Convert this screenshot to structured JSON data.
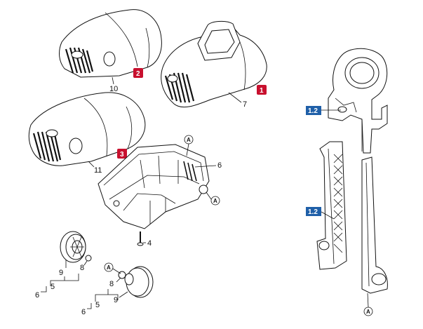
{
  "callouts": {
    "n10": "10",
    "n7": "7",
    "n11": "11",
    "n6": "6",
    "n4": "4",
    "n9a": "9",
    "n8a": "8",
    "n5a": "5",
    "n6a": "6",
    "n8b": "8",
    "n9b": "9",
    "n5b": "5",
    "n6b": "6"
  },
  "badges": {
    "red1": "1",
    "red2": "2",
    "red3": "3",
    "blue_top": "1.2",
    "blue_bottom": "1.2"
  },
  "circle_refs": {
    "a1": "A",
    "a2": "A",
    "a3": "A",
    "a4": "A"
  },
  "colors": {
    "red_badge": "#c8102e",
    "blue_badge": "#1f5fa8",
    "line": "#111111"
  }
}
